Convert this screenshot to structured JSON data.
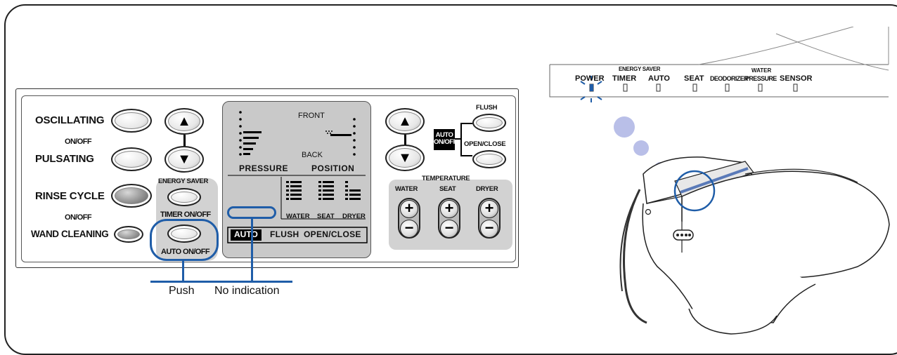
{
  "panel": {
    "left_buttons": [
      {
        "label": "OSCILLATING",
        "sub": "ON/OFF"
      },
      {
        "label": "PULSATING",
        "sub": ""
      },
      {
        "label": "RINSE CYCLE",
        "sub": "ON/OFF"
      },
      {
        "label": "WAND CLEANING",
        "sub": ""
      }
    ],
    "energy_saver": {
      "title": "ENERGY SAVER",
      "timer": "TIMER ON/OFF",
      "auto": "AUTO ON/OFF"
    },
    "display": {
      "front": "FRONT",
      "back": "BACK",
      "pressure": "PRESSURE",
      "position": "POSITION",
      "water": "WATER",
      "seat": "SEAT",
      "dryer": "DRYER",
      "auto": "AUTO",
      "flush": "FLUSH",
      "open_close": "OPEN/CLOSE"
    },
    "right": {
      "flush": "FLUSH",
      "auto_onoff_line1": "AUTO",
      "auto_onoff_line2": "ON/OFF",
      "open_close": "OPEN/CLOSE"
    },
    "temperature": {
      "title": "TEMPERATURE",
      "water": "WATER",
      "seat": "SEAT",
      "dryer": "DRYER"
    }
  },
  "callouts": {
    "push": "Push",
    "no_indication": "No indication"
  },
  "indicator_strip": {
    "labels": [
      "POWER",
      "TIMER",
      "AUTO",
      "SEAT",
      "DEODORIZER",
      "PRESSURE",
      "SENSOR"
    ],
    "energy_saver": "ENERGY SAVER",
    "water": "WATER"
  },
  "colors": {
    "highlight": "#1f5da8",
    "bubble": "#b9bfe8"
  }
}
